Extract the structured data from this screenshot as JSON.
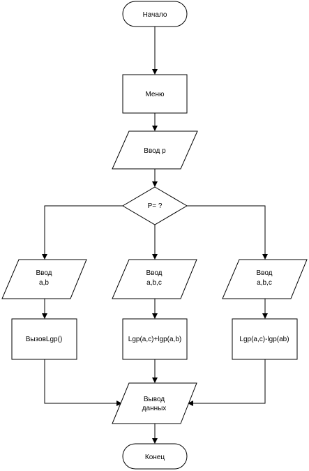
{
  "flowchart": {
    "start": "Начало",
    "menu": "Меню",
    "input_p": "Ввод p",
    "decision": "P= ?",
    "left": {
      "input_line1": "Ввод",
      "input_line2": "a,b",
      "process": "ВызовLgp()"
    },
    "middle": {
      "input_line1": "Ввод",
      "input_line2": "a,b,c",
      "process": "Lgp(a,c)+lgp(a,b)"
    },
    "right": {
      "input_line1": "Ввод",
      "input_line2": "a,b,c",
      "process": "Lgp(a,c)-lgp(ab)"
    },
    "output_line1": "Вывод",
    "output_line2": "данных",
    "end": "Конец"
  }
}
